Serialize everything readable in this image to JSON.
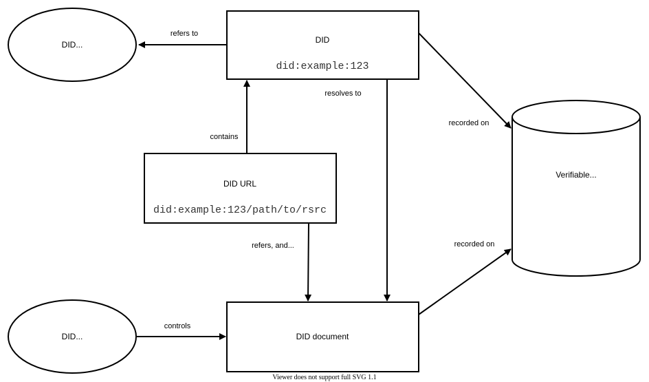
{
  "nodes": {
    "did_subject": {
      "label": "DID..."
    },
    "did": {
      "title": "DID",
      "example": "did:example:123"
    },
    "did_url": {
      "title": "DID URL",
      "example": "did:example:123/path/to/rsrc"
    },
    "did_controller": {
      "label": "DID..."
    },
    "did_document": {
      "label": "DID document"
    },
    "vdr": {
      "label": "Verifiable..."
    }
  },
  "edges": {
    "refers_to": "refers to",
    "resolves_to": "resolves to",
    "recorded_on_top": "recorded on",
    "contains": "contains",
    "refers_and": "refers, and...",
    "recorded_on_bottom": "recorded on",
    "controls": "controls"
  },
  "footer": "Viewer does not support full SVG 1.1"
}
